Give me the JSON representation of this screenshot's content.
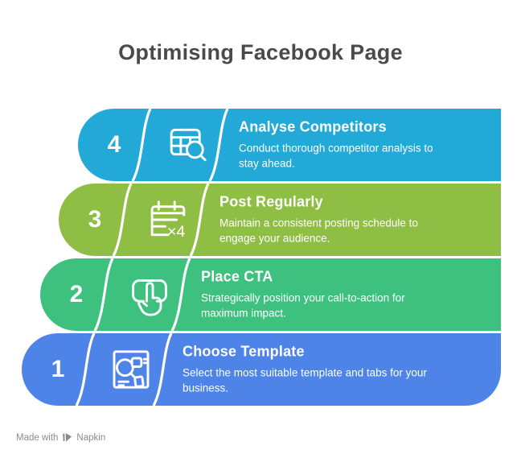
{
  "page": {
    "title": "Optimising Facebook Page",
    "title_color": "#4a4a4d",
    "background": "#ffffff"
  },
  "steps": [
    {
      "number": "4",
      "title": "Analyse Competitors",
      "description": "Conduct thorough competitor analysis to\nstay ahead.",
      "color": "#23a9d8",
      "icon": "table-search-icon"
    },
    {
      "number": "3",
      "title": "Post Regularly",
      "description": "Maintain a consistent posting schedule to\nengage your audience.",
      "color": "#8fbe44",
      "icon": "calendar-x4-icon",
      "icon_badge": "×4"
    },
    {
      "number": "2",
      "title": "Place CTA",
      "description": "Strategically position your call-to-action for\nmaximum impact.",
      "color": "#3ec17e",
      "icon": "tap-gesture-icon"
    },
    {
      "number": "1",
      "title": "Choose Template",
      "description": "Select the most suitable template and tabs for your\nbusiness.",
      "color": "#4e84e8",
      "icon": "template-layout-icon"
    }
  ],
  "footer": {
    "prefix": "Made with",
    "brand": "Napkin",
    "color": "#8b8b8b"
  }
}
